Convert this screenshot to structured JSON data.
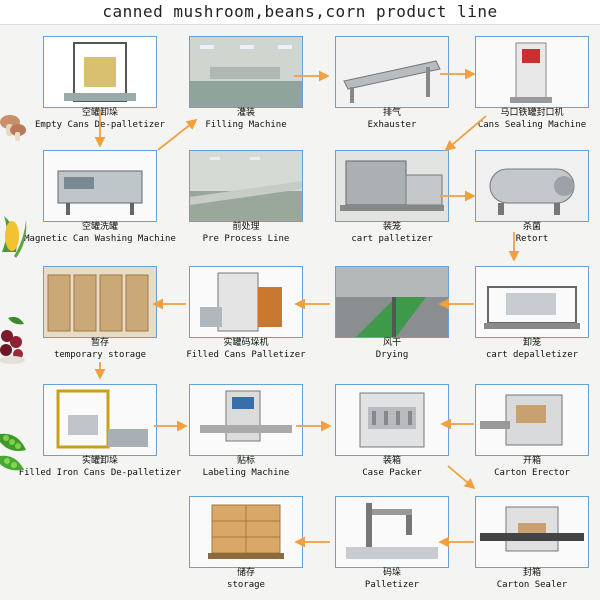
{
  "title": "canned mushroom,beans,corn product line",
  "steps": [
    {
      "cn": "空罐卸垛",
      "en": "Empty Cans De-palletizer",
      "icon": "depalletizer-machine-icon"
    },
    {
      "cn": "灌装",
      "en": "Filling Machine",
      "icon": "filling-hall-icon"
    },
    {
      "cn": "排气",
      "en": "Exhauster",
      "icon": "exhauster-conveyor-icon"
    },
    {
      "cn": "马口铁罐封口机",
      "en": "Cans Sealing Machine",
      "icon": "sealing-machine-icon"
    },
    {
      "cn": "空罐洗罐",
      "en": "Magnetic Can Washing Machine",
      "icon": "washing-machine-icon"
    },
    {
      "cn": "前处理",
      "en": "Pre Process Line",
      "icon": "process-line-icon"
    },
    {
      "cn": "装笼",
      "en": "cart palletizer",
      "icon": "cart-palletizer-icon"
    },
    {
      "cn": "杀菌",
      "en": "Retort",
      "icon": "retort-tank-icon"
    },
    {
      "cn": "暂存",
      "en": "temporary storage",
      "icon": "storage-racks-icon"
    },
    {
      "cn": "实罐码垛机",
      "en": "Filled Cans Palletizer",
      "icon": "palletizer-machine-icon"
    },
    {
      "cn": "风干",
      "en": "Drying",
      "icon": "drying-conveyor-icon"
    },
    {
      "cn": "卸笼",
      "en": "cart depalletizer",
      "icon": "cart-depalletizer-icon"
    },
    {
      "cn": "实罐卸垛",
      "en": "Filled Iron Cans De-palletizer",
      "icon": "iron-can-depalletizer-icon"
    },
    {
      "cn": "贴标",
      "en": "Labeling Machine",
      "icon": "labeling-machine-icon"
    },
    {
      "cn": "装箱",
      "en": "Case Packer",
      "icon": "case-packer-icon"
    },
    {
      "cn": "开箱",
      "en": "Carton Erector",
      "icon": "carton-erector-icon"
    },
    {
      "cn": "储存",
      "en": "storage",
      "icon": "carton-pallet-icon"
    },
    {
      "cn": "码垛",
      "en": "Palletizer",
      "icon": "robot-palletizer-icon"
    },
    {
      "cn": "封箱",
      "en": "Carton Sealer",
      "icon": "carton-sealer-icon"
    }
  ],
  "produce_icons": [
    "mushroom-icon",
    "corn-icon",
    "red-beans-icon",
    "green-peas-icon"
  ],
  "colors": {
    "arrow": "#f0a040",
    "frame": "#6aa0d8"
  }
}
